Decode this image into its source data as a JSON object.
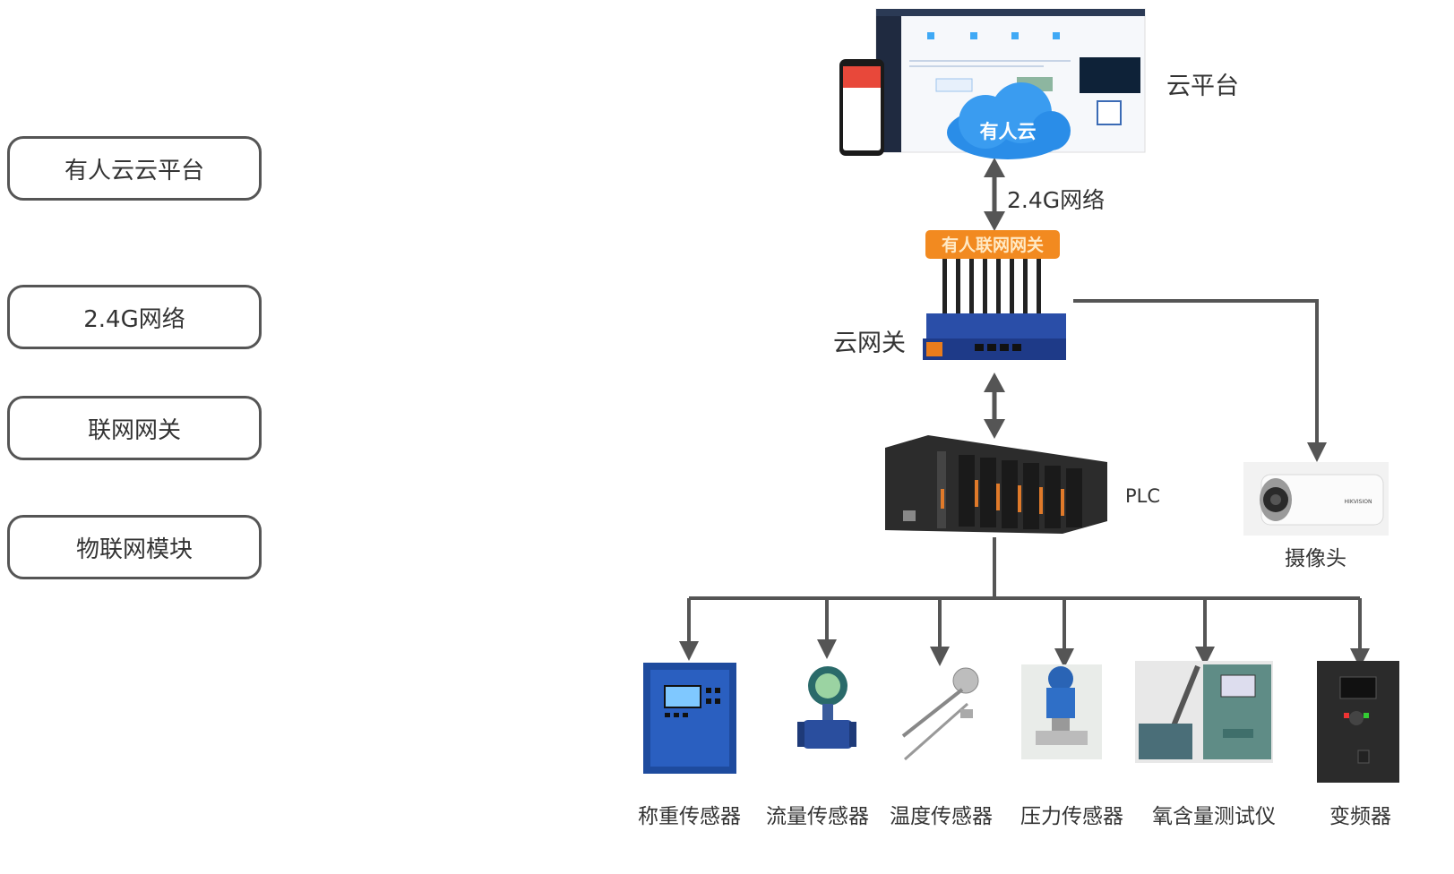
{
  "legend": [
    "有人云云平台",
    "2.4G网络",
    "联网网关",
    "物联网模块"
  ],
  "cloud": {
    "logo_text": "有人云",
    "label": "云平台"
  },
  "link_label": "2.4G网络",
  "gateway": {
    "banner": "有人联网网关",
    "label": "云网关"
  },
  "plc": {
    "label": "PLC"
  },
  "camera": {
    "label": "摄像头",
    "brand": "HIKVISION"
  },
  "sensors": [
    "称重传感器",
    "流量传感器",
    "温度传感器",
    "压力传感器",
    "氧含量测试仪",
    "变频器"
  ],
  "colors": {
    "line": "#555555",
    "cloud": "#2a8de8",
    "gateway_orange": "#f28a20",
    "gateway_blue": "#2a4ea8"
  }
}
